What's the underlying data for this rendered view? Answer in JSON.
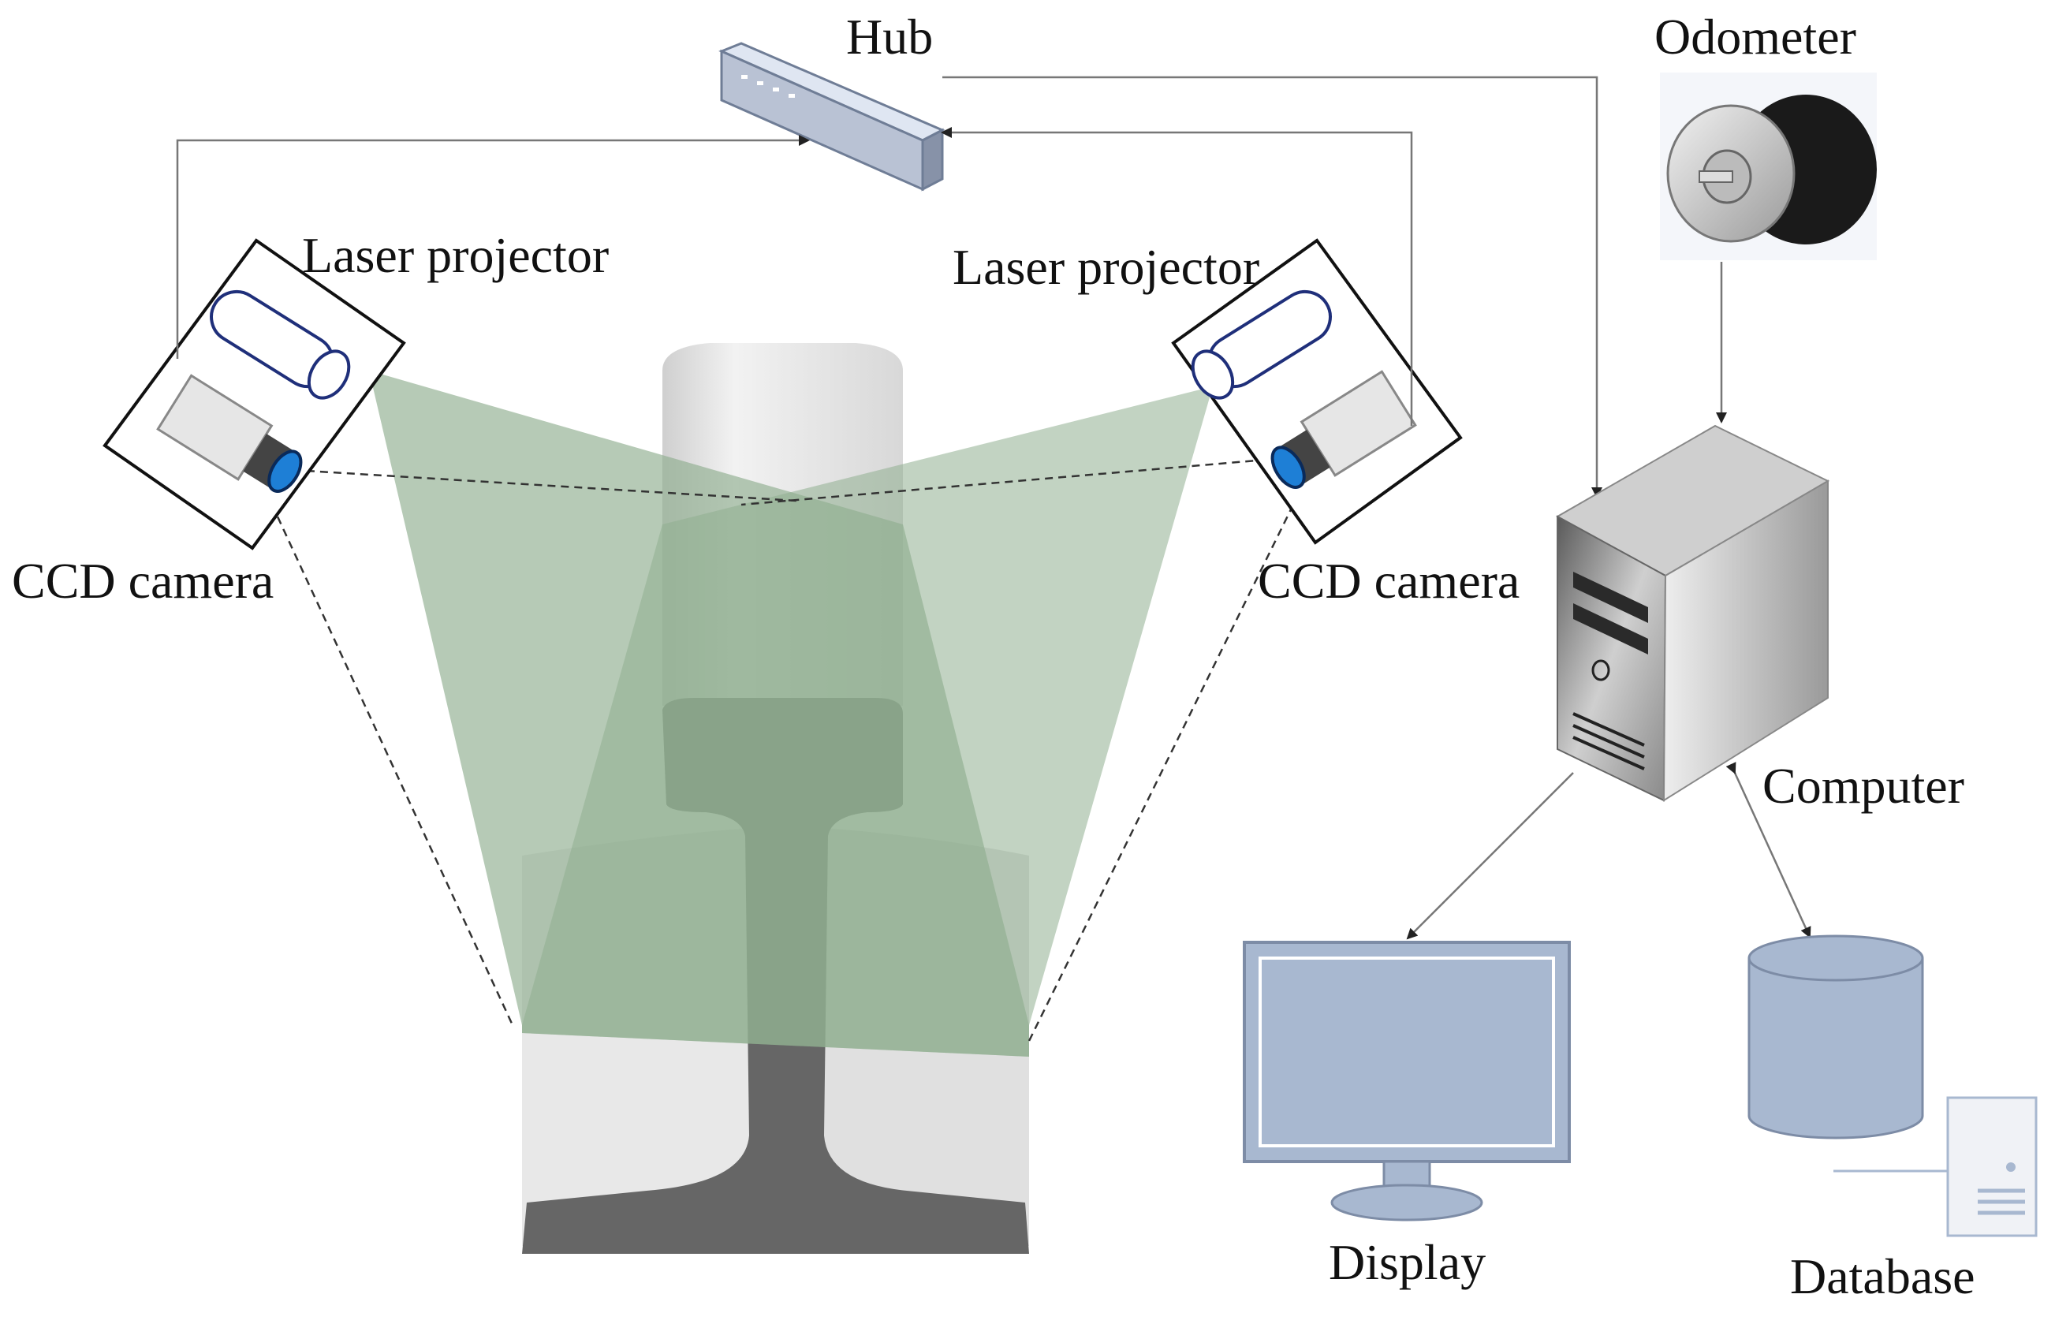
{
  "labels": {
    "hub": "Hub",
    "odometer": "Odometer",
    "laser_left": "Laser projector",
    "laser_right": "Laser projector",
    "ccd_left": "CCD camera",
    "ccd_right": "CCD camera",
    "computer": "Computer",
    "display": "Display",
    "database": "Database"
  },
  "colors": {
    "laser_plane": "#8fae8f",
    "rail_section": "#666666",
    "rail_surface": "#e6e6e6",
    "display_fill": "#a8b8d0",
    "database_fill": "#a8b8d0",
    "camera_lens": "#1e7fd6",
    "line": "#555555"
  },
  "icons": [
    "hub-icon",
    "odometer-icon",
    "laser-projector-icon",
    "ccd-camera-icon",
    "computer-tower-icon",
    "monitor-icon",
    "database-cylinder-icon",
    "server-icon",
    "rail-icon"
  ]
}
